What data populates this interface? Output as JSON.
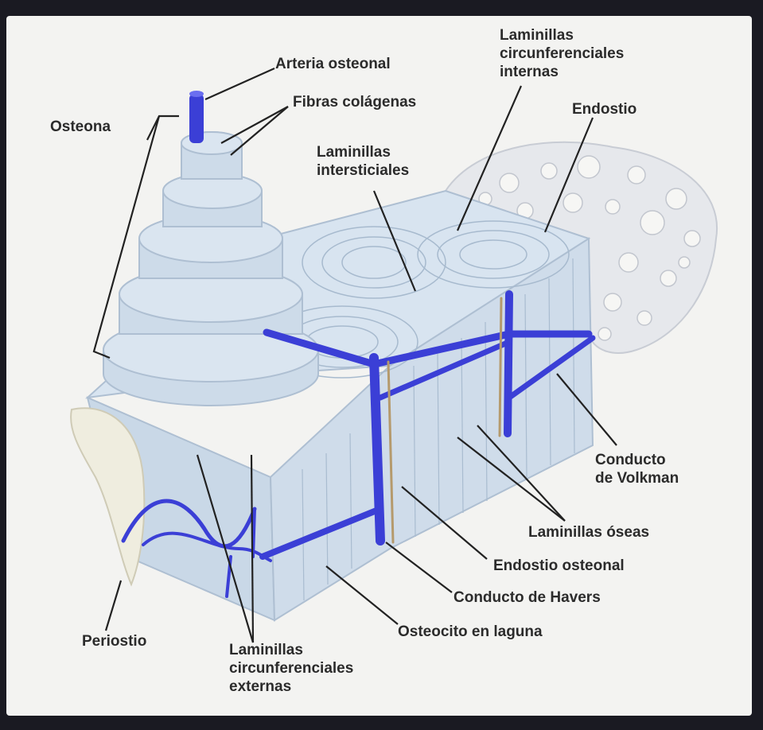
{
  "labels": {
    "arteria_osteonal": "Arteria osteonal",
    "fibras_colagenas": "Fibras colágenas",
    "osteona": "Osteona",
    "laminillas_circ_internas": "Laminillas\ncircunferenciales\ninternas",
    "endostio": "Endostio",
    "laminillas_intersticiales": "Laminillas\nintersticiales",
    "conducto_volkman": "Conducto\nde Volkman",
    "laminillas_oseas": "Laminillas óseas",
    "endostio_osteonal": "Endostio osteonal",
    "conducto_havers": "Conducto de Havers",
    "osteocito_laguna": "Osteocito en laguna",
    "periostio": "Periostio",
    "laminillas_circ_externas": "Laminillas\ncircunferenciales\nexternas"
  },
  "colors": {
    "background": "#f3f3f1",
    "frame": "#1a1a22",
    "bone": "#d6e2ee",
    "bone_shadow": "#b9cadb",
    "vessel": "#3b3fd6",
    "leader": "#222222",
    "periosteum": "#eceade",
    "spongy": "#e4e6ea"
  }
}
